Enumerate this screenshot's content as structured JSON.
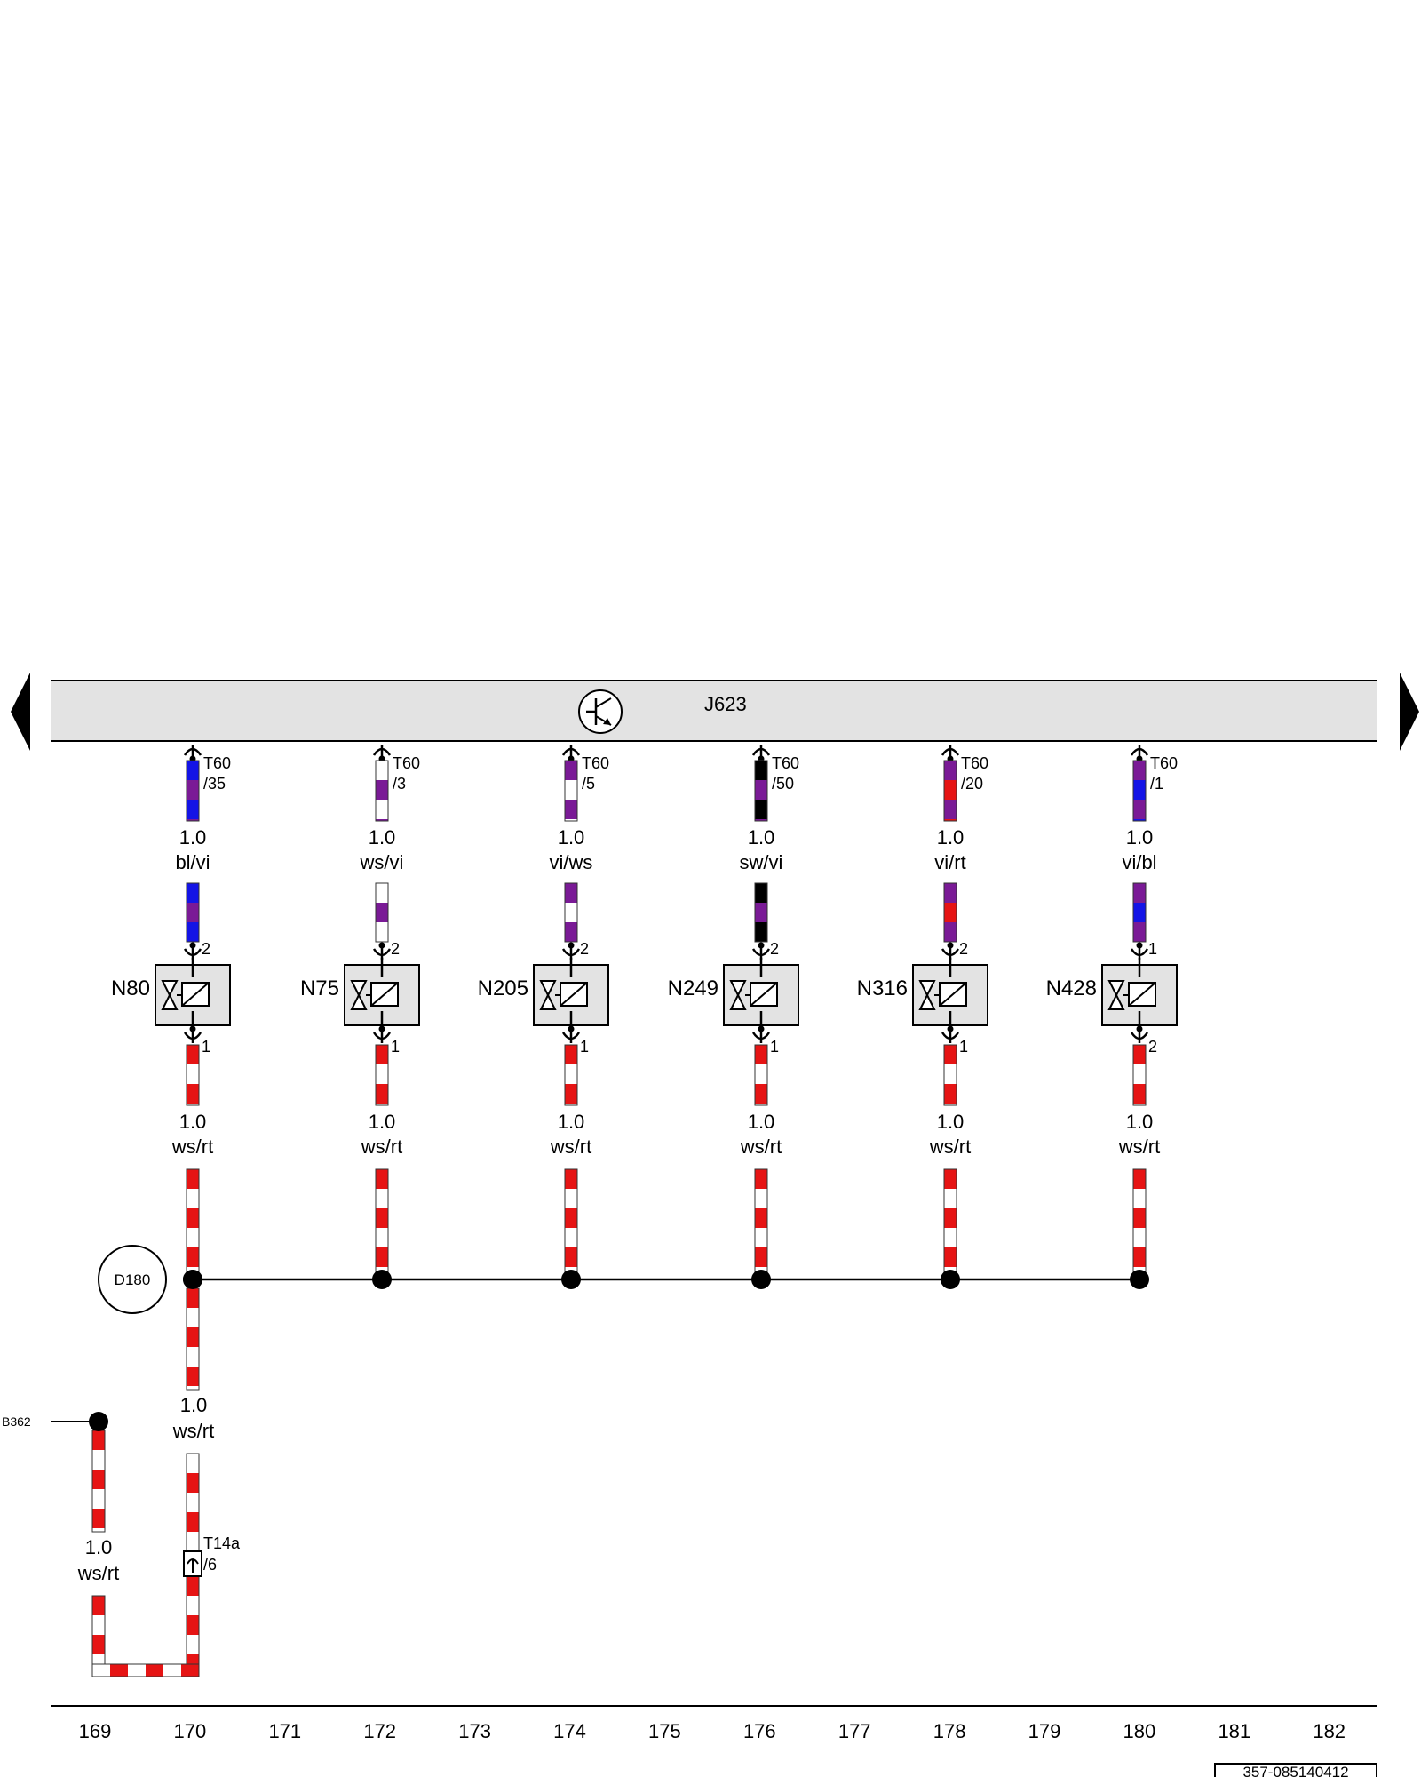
{
  "ecu": {
    "label": "J623"
  },
  "connector_prefix": "T60",
  "drop_wires": [
    {
      "pin": "/35",
      "size": "1.0",
      "color": "bl/vi",
      "c1": "#1414e6",
      "c2": "#7a1a96"
    },
    {
      "pin": "/3",
      "size": "1.0",
      "color": "ws/vi",
      "c1": "#ffffff",
      "c2": "#7a1a96"
    },
    {
      "pin": "/5",
      "size": "1.0",
      "color": "vi/ws",
      "c1": "#7a1a96",
      "c2": "#ffffff"
    },
    {
      "pin": "/50",
      "size": "1.0",
      "color": "sw/vi",
      "c1": "#000000",
      "c2": "#7a1a96"
    },
    {
      "pin": "/20",
      "size": "1.0",
      "color": "vi/rt",
      "c1": "#7a1a96",
      "c2": "#e61414"
    },
    {
      "pin": "/1",
      "size": "1.0",
      "color": "vi/bl",
      "c1": "#7a1a96",
      "c2": "#1414e6"
    }
  ],
  "valves": [
    {
      "name": "N80",
      "pin_top": "2",
      "pin_bottom": "1"
    },
    {
      "name": "N75",
      "pin_top": "2",
      "pin_bottom": "1"
    },
    {
      "name": "N205",
      "pin_top": "2",
      "pin_bottom": "1"
    },
    {
      "name": "N249",
      "pin_top": "2",
      "pin_bottom": "1"
    },
    {
      "name": "N316",
      "pin_top": "2",
      "pin_bottom": "1"
    },
    {
      "name": "N428",
      "pin_top": "1",
      "pin_bottom": "2"
    }
  ],
  "lower_wires": {
    "size": "1.0",
    "color": "ws/rt"
  },
  "splice": {
    "label": "D180"
  },
  "main_wire": {
    "size": "1.0",
    "color": "ws/rt"
  },
  "left_wire": {
    "size": "1.0",
    "color": "ws/rt"
  },
  "left_ref": {
    "label": "B362"
  },
  "t14a": {
    "label": "T14a",
    "pin": "/6"
  },
  "columns": [
    "169",
    "170",
    "171",
    "172",
    "173",
    "174",
    "175",
    "176",
    "177",
    "178",
    "179",
    "180",
    "181",
    "182"
  ],
  "doc_number": "357-085140412",
  "colors": {
    "red": "#e61414",
    "white": "#ffffff",
    "ecu_fill": "#e3e3e3",
    "valve_fill": "#e3e3e3"
  }
}
